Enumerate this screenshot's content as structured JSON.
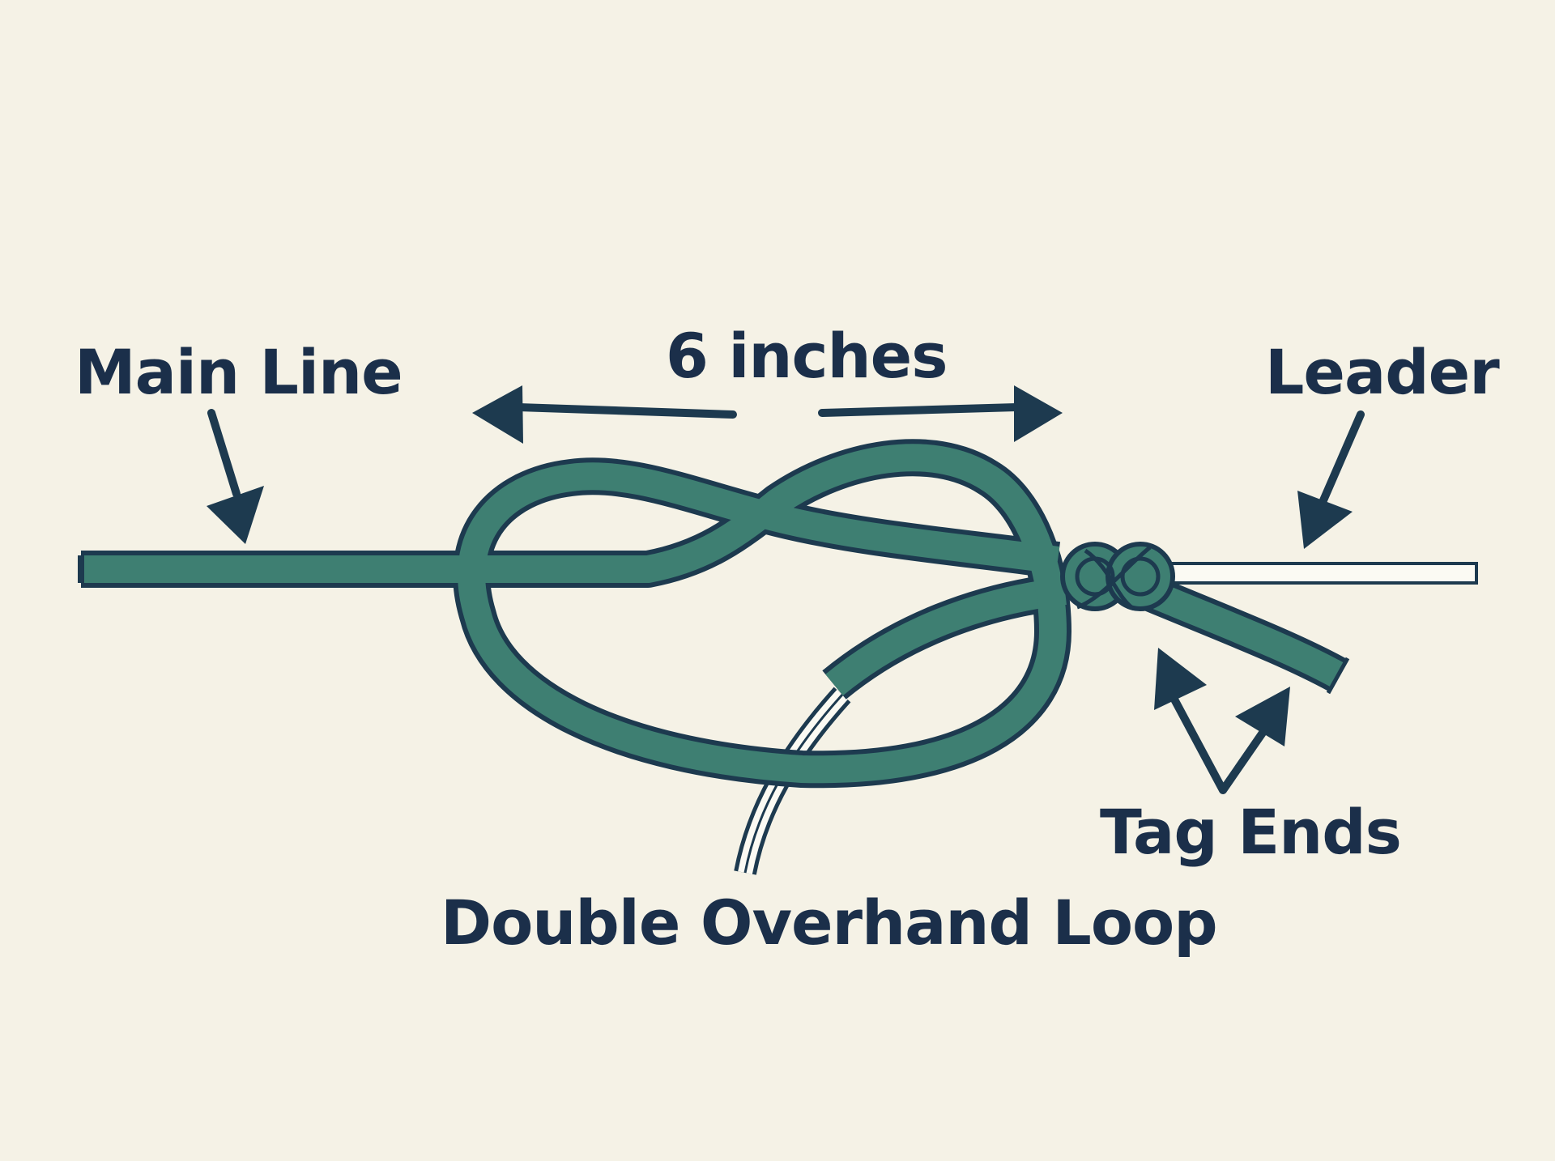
{
  "labels": {
    "main_line": "Main Line",
    "span": "6 inches",
    "leader": "Leader",
    "tag_ends": "Tag Ends",
    "loop": "Double Overhand Loop"
  },
  "colors": {
    "background": "#f5f2e6",
    "line_fill": "#3e7f72",
    "line_outline": "#1d3a4f",
    "leader_fill": "#fbfaf3",
    "text": "#1b2f4a"
  }
}
